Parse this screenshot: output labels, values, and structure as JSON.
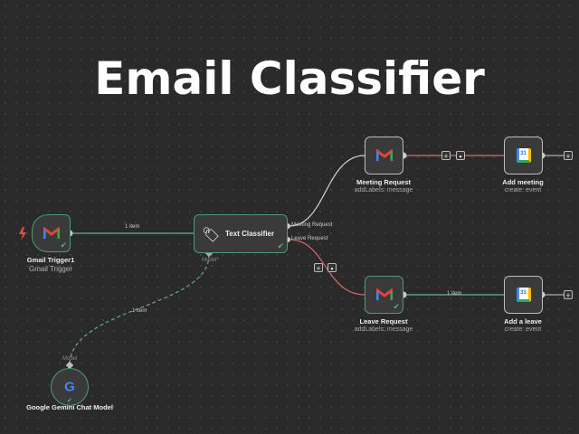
{
  "title": "Email Classifier",
  "nodes": {
    "gmail_trigger": {
      "label": "Gmail Trigger1",
      "sub": "Gmail Trigger"
    },
    "text_classifier": {
      "label": "Text Classifier",
      "outputs": [
        "Meeting Request",
        "Leave Request"
      ],
      "input_label": "Model*"
    },
    "meeting_request": {
      "label": "Meeting Request",
      "sub": "addLabels: message"
    },
    "add_meeting": {
      "label": "Add meeting",
      "sub": "create: event"
    },
    "leave_request": {
      "label": "Leave Request",
      "sub": "addLabels: message"
    },
    "add_leave": {
      "label": "Add a leave",
      "sub": "create: event"
    },
    "gemini": {
      "label": "Google Gemini Chat Model",
      "port_label": "Model"
    }
  },
  "edges": {
    "trigger_to_classifier": "1 item",
    "leave_to_add": "1 item",
    "gemini_to_classifier": "1 item"
  },
  "calendar_day": "31",
  "colors": {
    "success": "#4fb37f",
    "error_edge": "#d9534f",
    "accent": "#4b9b78"
  }
}
